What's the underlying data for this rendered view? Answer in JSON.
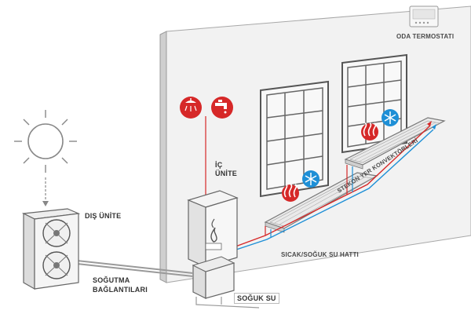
{
  "labels": {
    "thermostat": "ODA TERMOSTATI",
    "outdoor_unit": "DIŞ ÜNİTE",
    "indoor_unit_line1": "İÇ",
    "indoor_unit_line2": "ÜNİTE",
    "cooling_connections_line1": "SOĞUTMA",
    "cooling_connections_line2": "BAĞLANTILARI",
    "cold_water": "SOĞUK SU",
    "hot_cold_water_line": "SICAK/SOĞUK SU HATTI",
    "floor_convectors": "STEKON YER KONVEKTÖRLERİ"
  },
  "colors": {
    "accent_red": "#d62828",
    "accent_blue": "#1e8fd6",
    "line_gray": "#9a9a9a",
    "wall_fill": "#f2f2f2",
    "label_gray": "#4a4a4a"
  },
  "icons": {
    "shower": "shower-icon",
    "tap": "water-tap-icon",
    "heat": "heat-icon",
    "cool": "snowflake-icon",
    "sun": "sun-icon",
    "fan": "fan-icon",
    "flame": "flame-icon"
  }
}
